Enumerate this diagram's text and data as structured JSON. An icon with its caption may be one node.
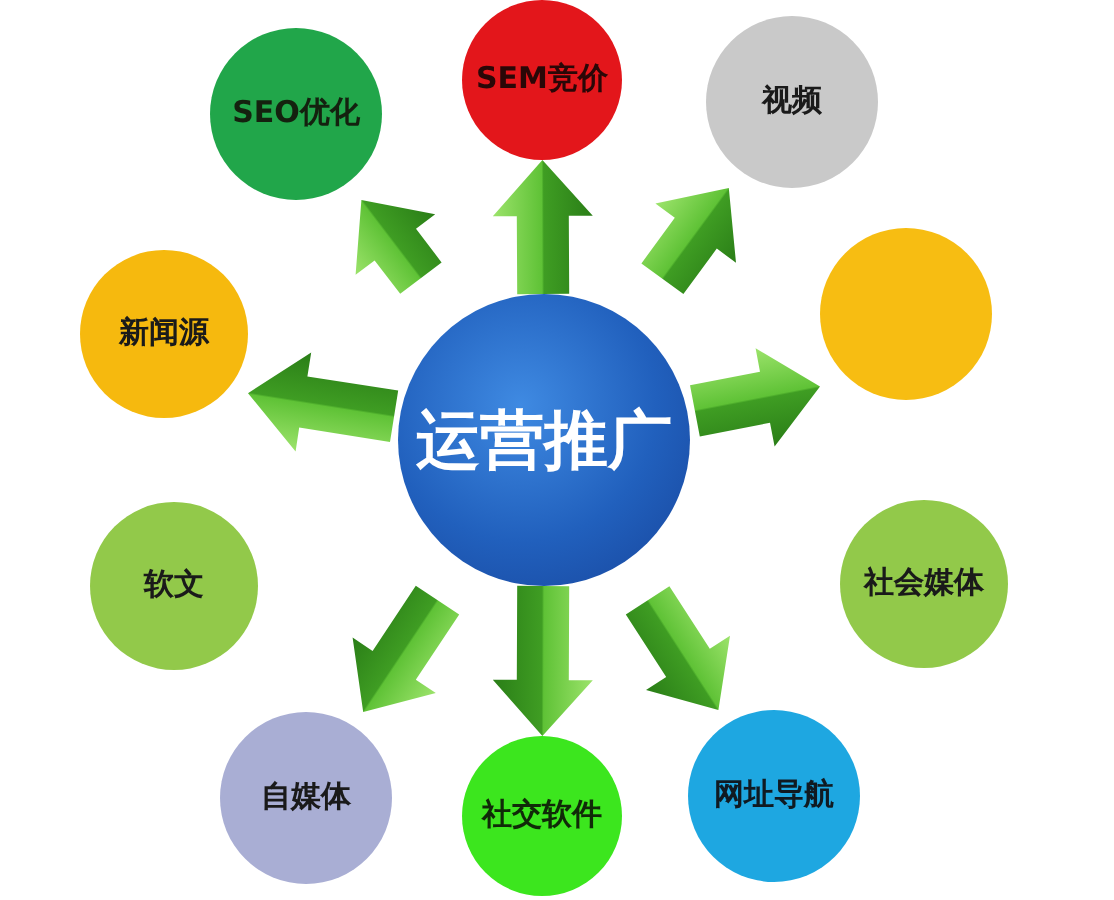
{
  "diagram": {
    "nodes": [
      {
        "text": [
          "SEO优化"
        ]
      },
      {
        "text": [
          "SEM竞价"
        ]
      },
      {
        "text": [
          "视频"
        ]
      },
      {
        "text": [
          "新闻源"
        ]
      },
      {
        "text": [
          "运营推广"
        ]
      },
      {
        "text": [],
        "shape": "circle"
      },
      {
        "text": [
          "软文"
        ]
      },
      {
        "text": [
          "社会媒体"
        ]
      },
      {
        "text": [
          "自媒体"
        ]
      },
      {
        "text": [
          "社交软件"
        ]
      },
      {
        "text": [
          "网址导航"
        ]
      }
    ],
    "edges": [
      {
        "from": 4,
        "to": 1,
        "arrow": "to"
      },
      {
        "from": 4,
        "to": 2,
        "arrow": "to"
      },
      {
        "from": 4,
        "to": 5,
        "arrow": "to"
      },
      {
        "from": 4,
        "to": 10,
        "arrow": "to"
      },
      {
        "from": 4,
        "to": 9,
        "arrow": "to"
      },
      {
        "from": 4,
        "to": 8,
        "arrow": "to"
      },
      {
        "from": 4,
        "to": 3,
        "arrow": "to"
      },
      {
        "from": 4,
        "to": 0,
        "arrow": "to"
      }
    ]
  }
}
